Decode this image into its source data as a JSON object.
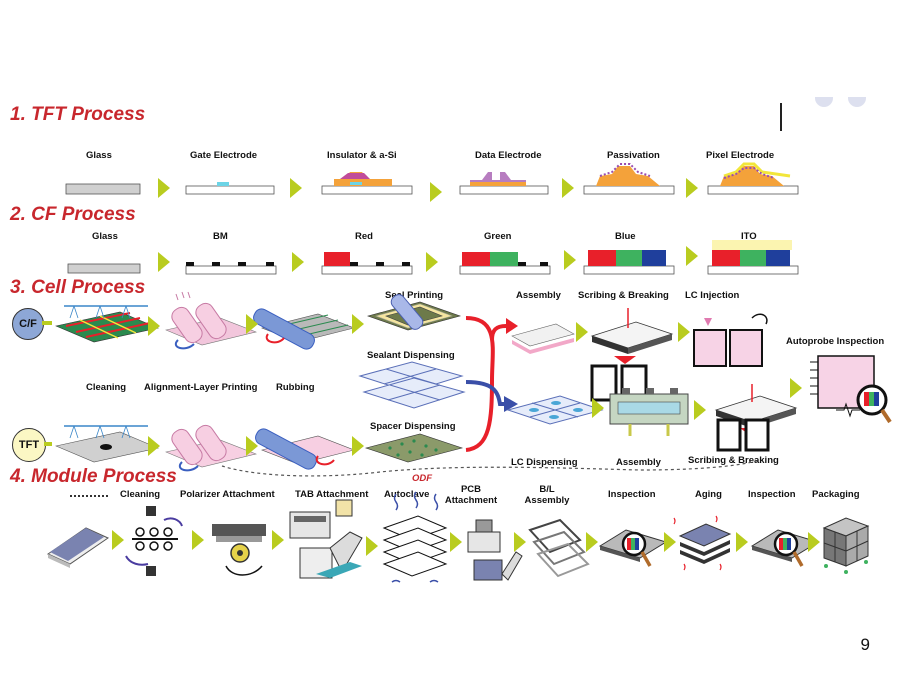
{
  "sections": {
    "tft": "1. TFT Process",
    "cf": "2. CF Process",
    "cell": "3. Cell Process",
    "module": "4. Module Process"
  },
  "tft_steps": [
    "Glass",
    "Gate Electrode",
    "Insulator & a-Si",
    "Data Electrode",
    "Passivation",
    "Pixel Electrode"
  ],
  "cf_steps": [
    "Glass",
    "BM",
    "Red",
    "Green",
    "Blue",
    "ITO"
  ],
  "cell": {
    "cf_tag": "C/F",
    "tft_tag": "TFT",
    "cleaning": "Cleaning",
    "alignment": "Alignment-Layer Printing",
    "rubbing": "Rubbing",
    "seal_printing": "Seal Printing",
    "sealant_dispensing": "Sealant Dispensing",
    "spacer_dispensing": "Spacer Dispensing",
    "assembly_top": "Assembly",
    "scribing_top": "Scribing & Breaking",
    "lc_injection": "LC Injection",
    "autoprobe": "Autoprobe Inspection",
    "lc_dispensing": "LC Dispensing",
    "assembly_bottom": "Assembly",
    "scribing_bottom": "Scribing & Breaking",
    "odf": "ODF"
  },
  "module_steps": {
    "cleaning": "Cleaning",
    "polarizer": "Polarizer Attachment",
    "tab": "TAB Attachment",
    "autoclave": "Autoclave",
    "pcb_line1": "PCB",
    "pcb_line2": "Attachment",
    "bl_line1": "B/L",
    "bl_line2": "Assembly",
    "inspection1": "Inspection",
    "aging": "Aging",
    "inspection2": "Inspection",
    "packaging": "Packaging"
  },
  "page_number": "9",
  "colors": {
    "section_title": "#c8272d",
    "arrow": "#b9cc1f",
    "red": "#e8202a",
    "green": "#3eb25f",
    "blue": "#1f3f9c",
    "ito": "#fbf4b0",
    "glass": "#d0d0d0",
    "tag_fill": "#8da7d6",
    "tft_tag_fill": "#fbf7c4"
  }
}
